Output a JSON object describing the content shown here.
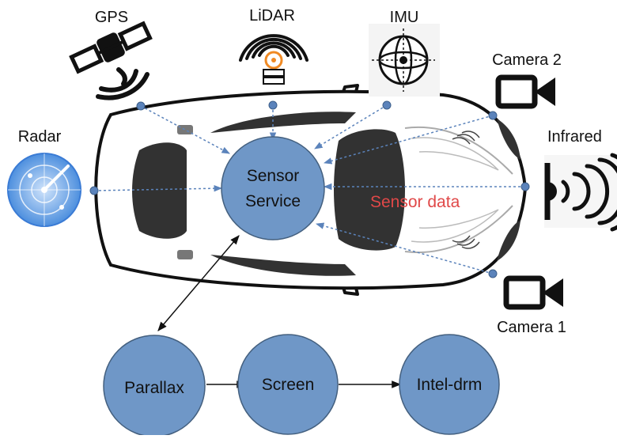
{
  "sensors": {
    "gps": "GPS",
    "lidar": "LiDAR",
    "imu": "IMU",
    "camera2": "Camera 2",
    "radar": "Radar",
    "infrared": "Infrared",
    "camera1": "Camera 1"
  },
  "center": {
    "line1": "Sensor",
    "line2": "Service",
    "flow_label": "Sensor data"
  },
  "pipeline": [
    "Parallax",
    "Screen",
    "Intel-drm"
  ],
  "colors": {
    "node_fill": "#6f97c7",
    "node_stroke": "#44607f",
    "flow_line": "#5b83bb",
    "flow_label": "#e04848",
    "car_dark": "#323232"
  },
  "icons": [
    "satellite-icon",
    "lidar-icon",
    "imu-icon",
    "video-camera-icon",
    "radar-icon",
    "infrared-icon"
  ]
}
